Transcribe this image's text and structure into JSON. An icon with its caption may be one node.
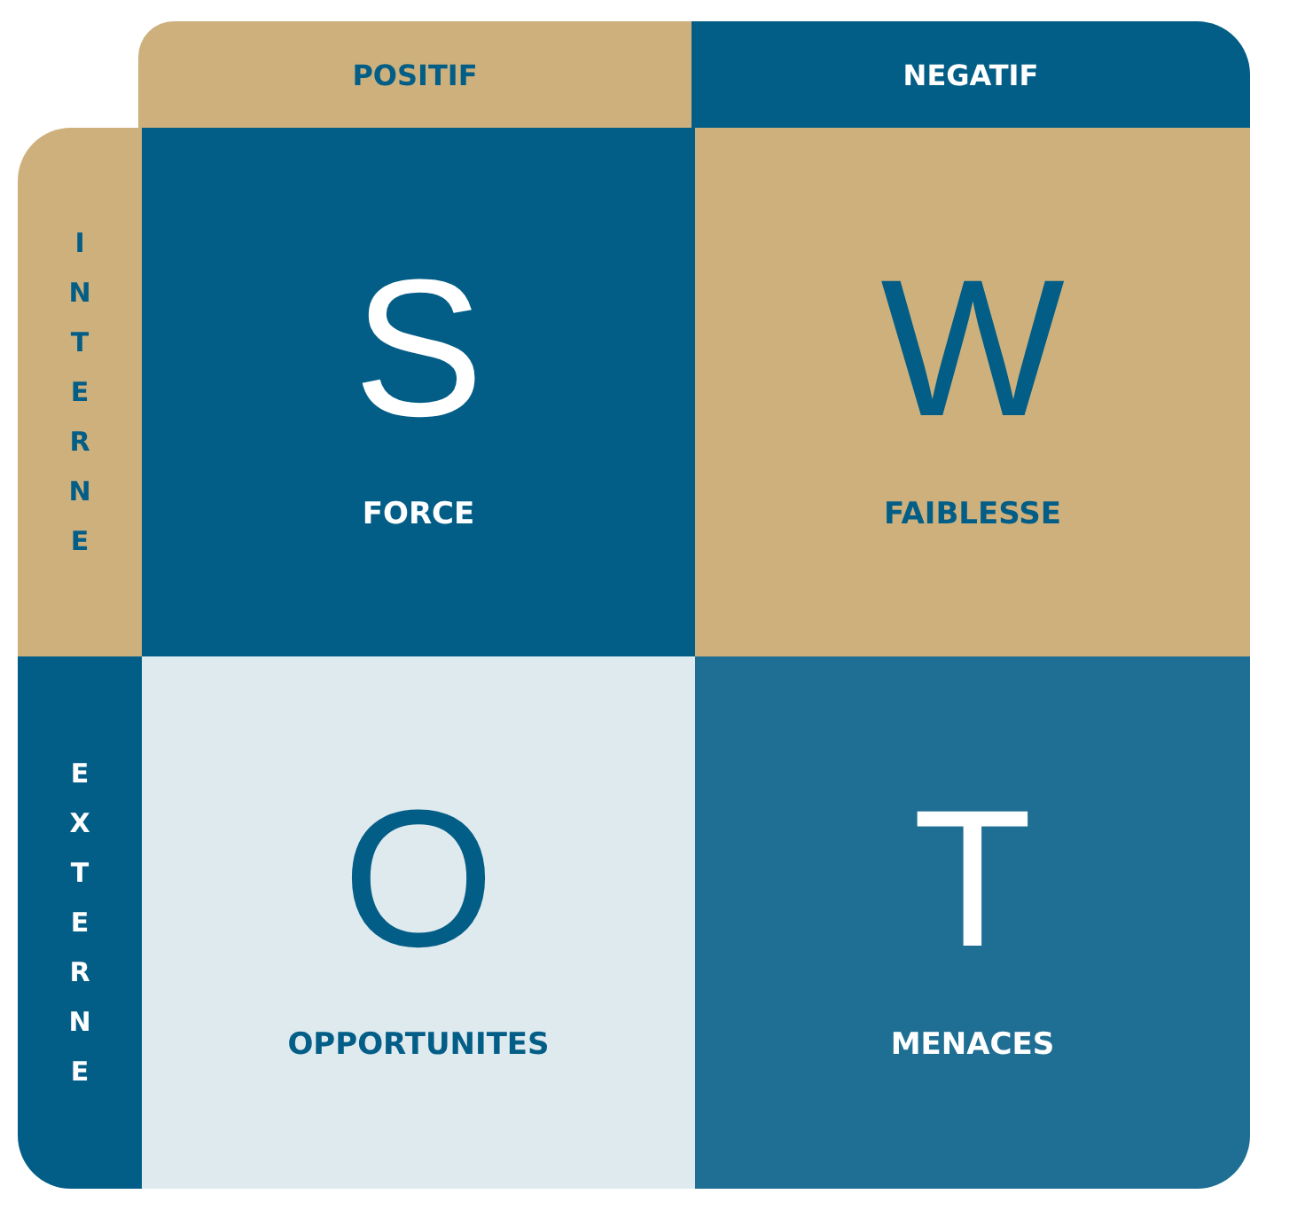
{
  "diagram": {
    "nodes": [
      {
        "text": [
          "POSITIF"
        ]
      },
      {
        "text": [
          "NEGATIF"
        ]
      },
      {
        "text": [
          "INTERNE"
        ]
      },
      {
        "text": [
          "EXTERNE"
        ]
      },
      {
        "text": [
          "S",
          "FORCE"
        ]
      },
      {
        "text": [
          "W",
          "FAIBLESSE"
        ]
      },
      {
        "text": [
          "O",
          "OPPORTUNITES"
        ]
      },
      {
        "text": [
          "T",
          "MENACES"
        ]
      }
    ]
  }
}
